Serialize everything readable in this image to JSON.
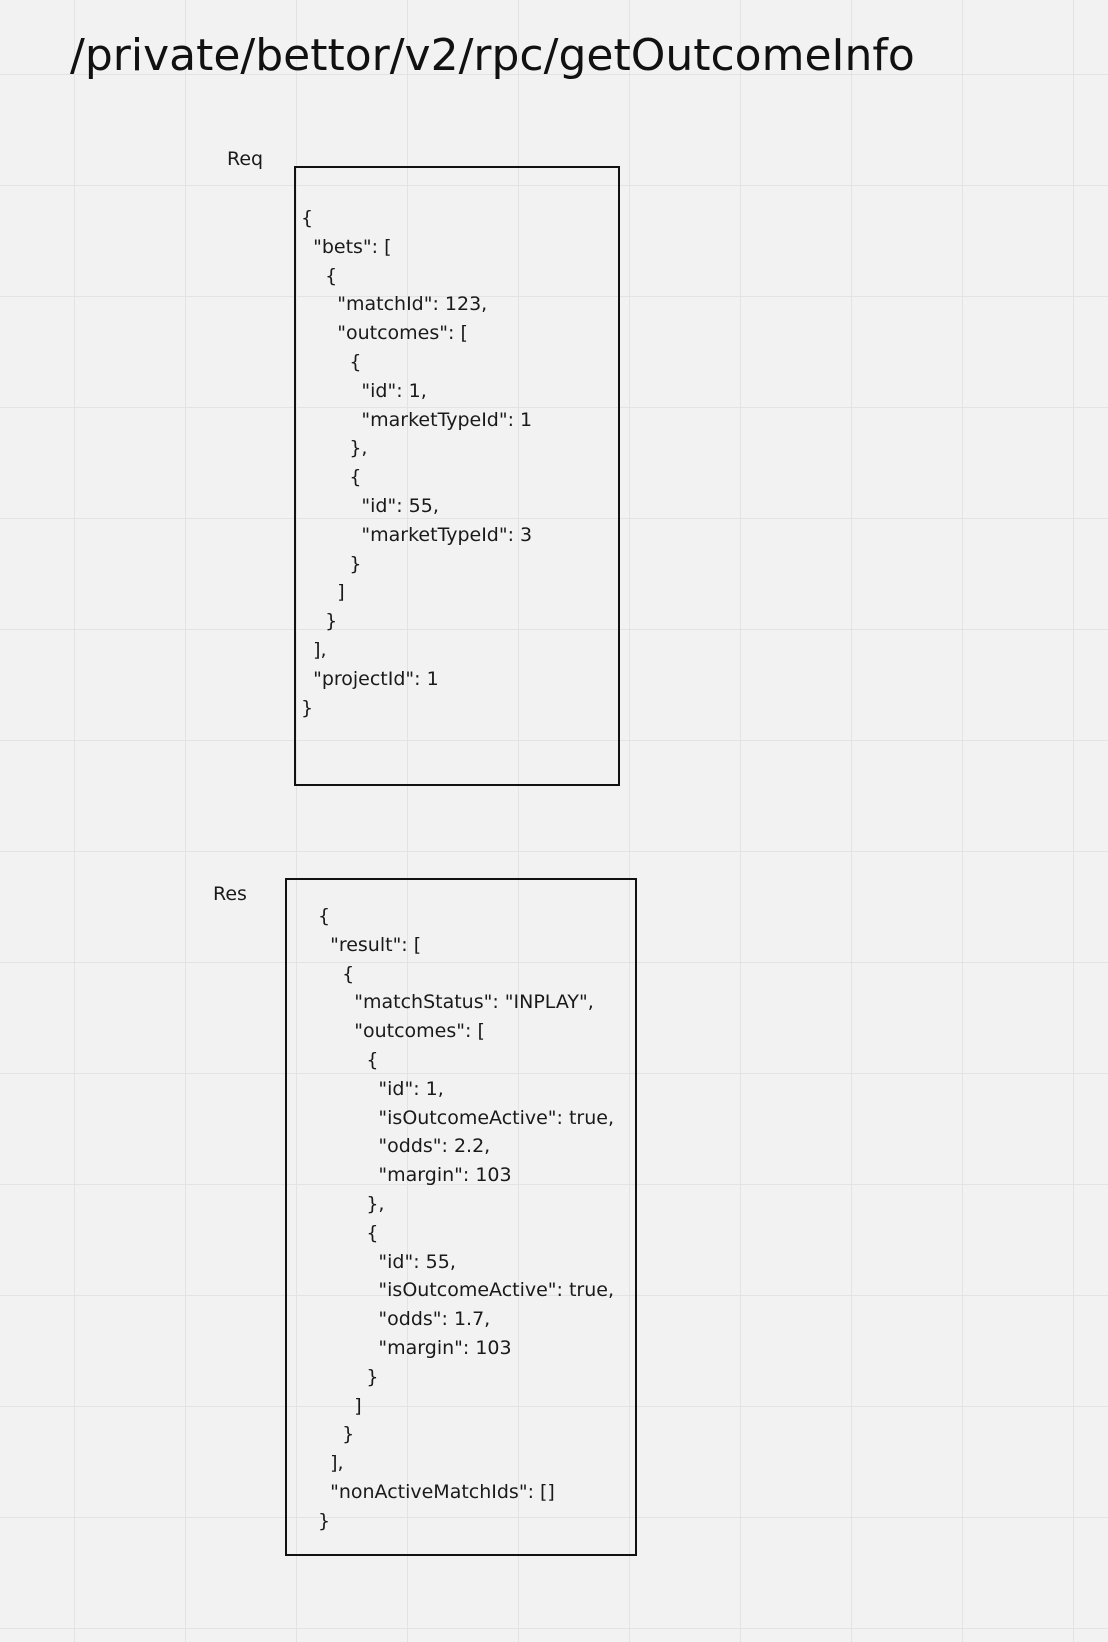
{
  "title": "/private/bettor/v2/rpc/getOutcomeInfo",
  "request": {
    "label": "Req",
    "body": "{\n  \"bets\": [\n    {\n      \"matchId\": 123,\n      \"outcomes\": [\n        {\n          \"id\": 1,\n          \"marketTypeId\": 1\n        },\n        {\n          \"id\": 55,\n          \"marketTypeId\": 3\n        }\n      ]\n    }\n  ],\n  \"projectId\": 1\n}"
  },
  "response": {
    "label": "Res",
    "body": "{\n  \"result\": [\n    {\n      \"matchStatus\": \"INPLAY\",\n      \"outcomes\": [\n        {\n          \"id\": 1,\n          \"isOutcomeActive\": true,\n          \"odds\": 2.2,\n          \"margin\": 103\n        },\n        {\n          \"id\": 55,\n          \"isOutcomeActive\": true,\n          \"odds\": 1.7,\n          \"margin\": 103\n        }\n      ]\n    }\n  ],\n  \"nonActiveMatchIds\": []\n}"
  }
}
